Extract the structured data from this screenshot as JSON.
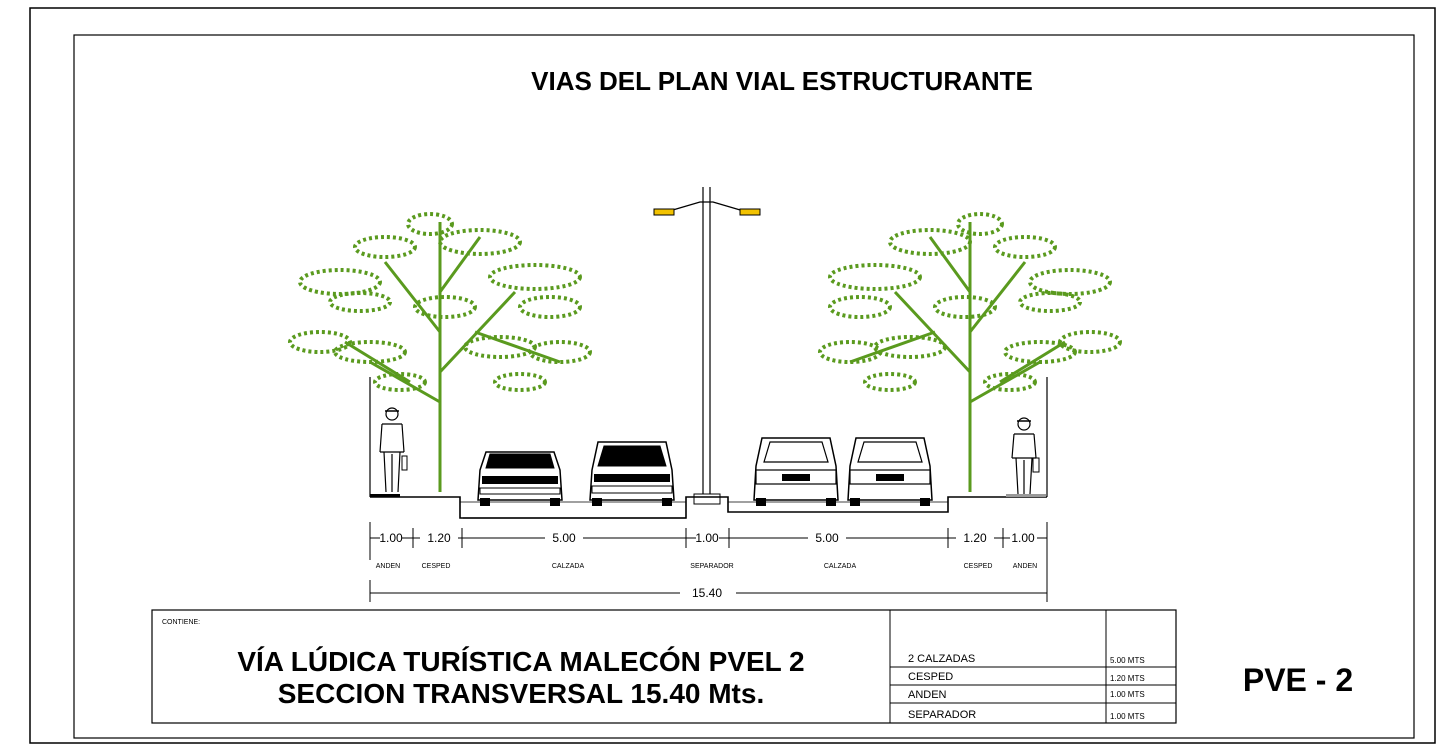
{
  "drawing_title": "VIAS DEL PLAN VIAL ESTRUCTURANTE",
  "dimensions": {
    "anden_left": "1.00",
    "cesped_left": "1.20",
    "calzada_left": "5.00",
    "separador": "1.00",
    "calzada_right": "5.00",
    "cesped_right": "1.20",
    "anden_right": "1.00",
    "total": "15.40"
  },
  "section_labels": {
    "anden_left": "ANDEN",
    "cesped_left": "CESPED",
    "calzada_left": "CALZADA",
    "separador": "SEPARADOR",
    "calzada_right": "CALZADA",
    "cesped_right": "CESPED",
    "anden_right": "ANDEN"
  },
  "title_block": {
    "contiene_label": "CONTIENE:",
    "title_line1": "VÍA LÚDICA TURÍSTICA MALECÓN PVEL 2",
    "title_line2": "SECCION TRANSVERSAL 15.40  Mts.",
    "specs": [
      {
        "name": "2 CALZADAS",
        "value": "5.00 MTS"
      },
      {
        "name": "CESPED",
        "value": "1.20 MTS"
      },
      {
        "name": "ANDEN",
        "value": "1.00 MTS"
      },
      {
        "name": "SEPARADOR",
        "value": "1.00 MTS"
      }
    ],
    "code": "PVE - 2"
  },
  "colors": {
    "tree": "#5a9a1e",
    "lamp": "#f2c200",
    "line": "#000000"
  }
}
